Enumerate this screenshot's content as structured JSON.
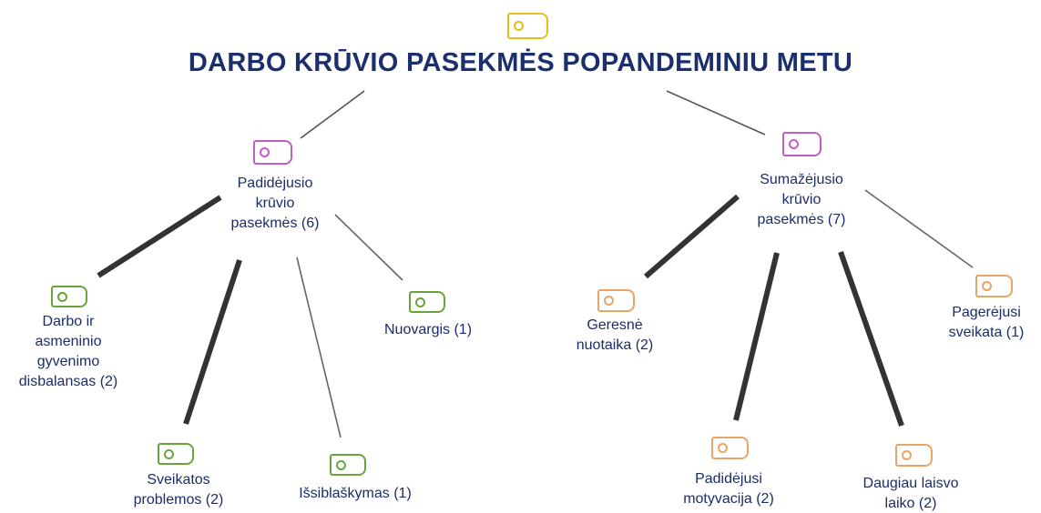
{
  "title": "DARBO KRŪVIO PASEKMĖS POPANDEMINIU METU",
  "colors": {
    "title": "#1b2f6d",
    "text": "#1c2c6b",
    "root_tag": "#e2bd1c",
    "parent_tag": "#c25ec5",
    "increased_children_tag": "#6aa33c",
    "decreased_children_tag": "#eba465",
    "edge": "#3a3a3a"
  },
  "branches": [
    {
      "label": "Padidėjusio\nkrūvio\npasekmės (6)",
      "children": [
        {
          "label": "Darbo ir\nasmeninio\ngyvenimo\ndisbalansas (2)",
          "count": 2
        },
        {
          "label": "Sveikatos\nproblemos (2)",
          "count": 2
        },
        {
          "label": "Išsiblaškymas (1)",
          "count": 1
        },
        {
          "label": "Nuovargis (1)",
          "count": 1
        }
      ]
    },
    {
      "label": "Sumažėjusio\nkrūvio\npasekmės (7)",
      "children": [
        {
          "label": "Geresnė\nnuotaika (2)",
          "count": 2
        },
        {
          "label": "Padidėjusi\nmotyvacija (2)",
          "count": 2
        },
        {
          "label": "Daugiau laisvo\nlaiko (2)",
          "count": 2
        },
        {
          "label": "Pagerėjusi\nsveikata (1)",
          "count": 1
        }
      ]
    }
  ]
}
